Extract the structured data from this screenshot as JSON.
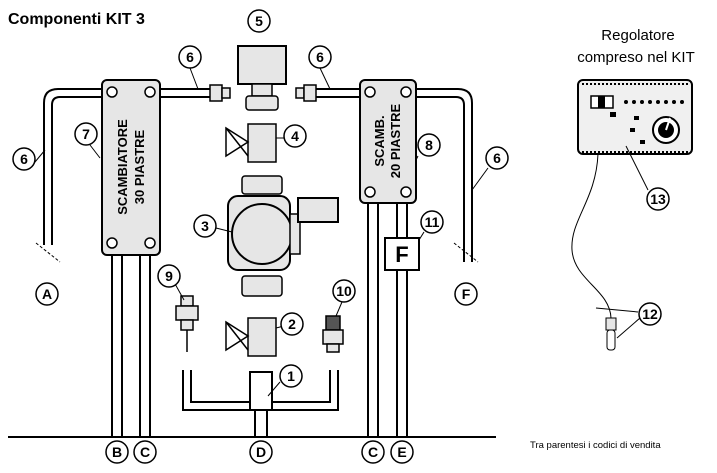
{
  "title": "Componenti KIT 3",
  "regulator": {
    "line1": "Regolatore",
    "line2": "compreso nel KIT"
  },
  "exchanger_30": {
    "line1": "SCAMBIATORE",
    "line2": "30 PIASTRE"
  },
  "exchanger_20": {
    "line1": "SCAMB.",
    "line2": "20 PIASTRE"
  },
  "flow_letter": "F",
  "callouts": [
    "1",
    "2",
    "3",
    "4",
    "5",
    "6",
    "7",
    "8",
    "9",
    "10",
    "11",
    "12",
    "13"
  ],
  "connections": [
    "A",
    "B",
    "C",
    "D",
    "C",
    "E",
    "F"
  ],
  "footnote": "Tra parentesi i codici di vendita"
}
